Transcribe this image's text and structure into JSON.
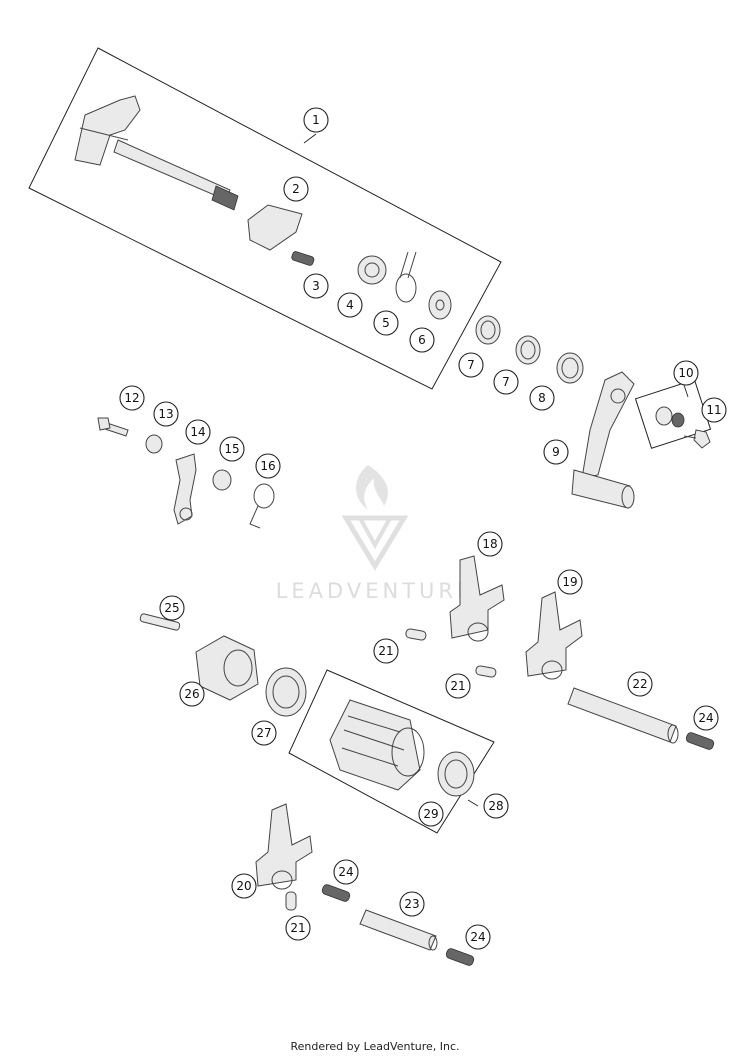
{
  "watermark": {
    "text": "LEADVENTURE",
    "color": "#dcdcdc"
  },
  "footer": {
    "text": "Rendered by LeadVenture, Inc."
  },
  "callouts": [
    {
      "id": "c1",
      "label": "1"
    },
    {
      "id": "c2",
      "label": "2"
    },
    {
      "id": "c3",
      "label": "3"
    },
    {
      "id": "c4",
      "label": "4"
    },
    {
      "id": "c5",
      "label": "5"
    },
    {
      "id": "c6",
      "label": "6"
    },
    {
      "id": "c7a",
      "label": "7"
    },
    {
      "id": "c7b",
      "label": "7"
    },
    {
      "id": "c8",
      "label": "8"
    },
    {
      "id": "c9",
      "label": "9"
    },
    {
      "id": "c10",
      "label": "10"
    },
    {
      "id": "c11",
      "label": "11"
    },
    {
      "id": "c12",
      "label": "12"
    },
    {
      "id": "c13",
      "label": "13"
    },
    {
      "id": "c14",
      "label": "14"
    },
    {
      "id": "c15",
      "label": "15"
    },
    {
      "id": "c16",
      "label": "16"
    },
    {
      "id": "c18",
      "label": "18"
    },
    {
      "id": "c19",
      "label": "19"
    },
    {
      "id": "c21a",
      "label": "21"
    },
    {
      "id": "c21b",
      "label": "21"
    },
    {
      "id": "c22",
      "label": "22"
    },
    {
      "id": "c24a",
      "label": "24"
    },
    {
      "id": "c25",
      "label": "25"
    },
    {
      "id": "c26",
      "label": "26"
    },
    {
      "id": "c27",
      "label": "27"
    },
    {
      "id": "c28",
      "label": "28"
    },
    {
      "id": "c29",
      "label": "29"
    },
    {
      "id": "c20",
      "label": "20"
    },
    {
      "id": "c24b",
      "label": "24"
    },
    {
      "id": "c23",
      "label": "23"
    },
    {
      "id": "c24c",
      "label": "24"
    },
    {
      "id": "c21c",
      "label": "21"
    }
  ]
}
